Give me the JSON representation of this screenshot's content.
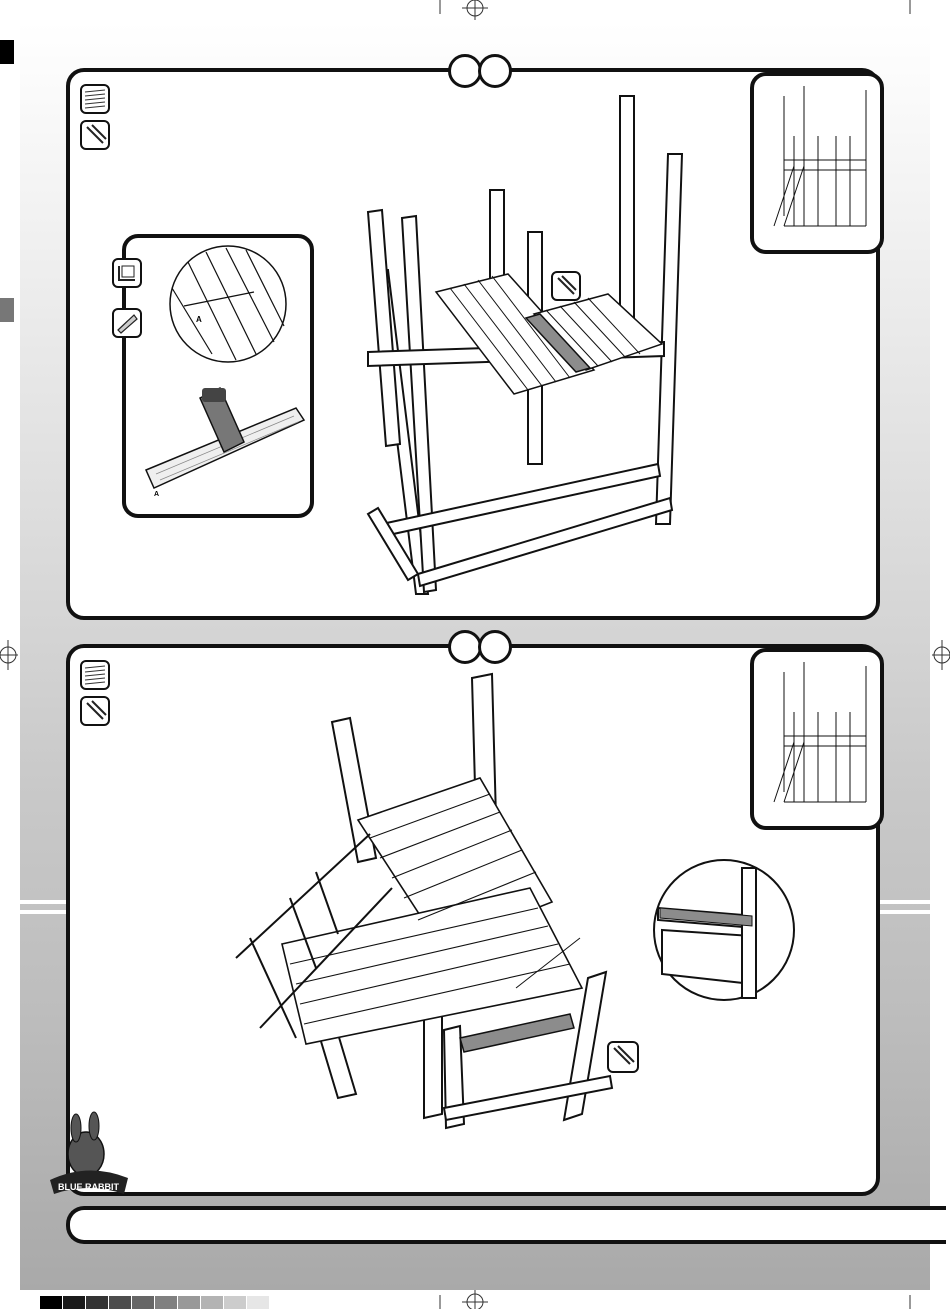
{
  "page": {
    "logo_text": "BLUE RABBIT",
    "steps": [
      {
        "number": ""
      },
      {
        "number": ""
      }
    ],
    "tools": [
      "wood-panel-icon",
      "screw-icon",
      "square-icon",
      "saw-icon"
    ],
    "detail_labels": {
      "board": "A",
      "cut": "A"
    },
    "colors": {
      "frame": "#111111",
      "highlight": "#8c8c8c",
      "background": "#c4c4c4"
    }
  }
}
